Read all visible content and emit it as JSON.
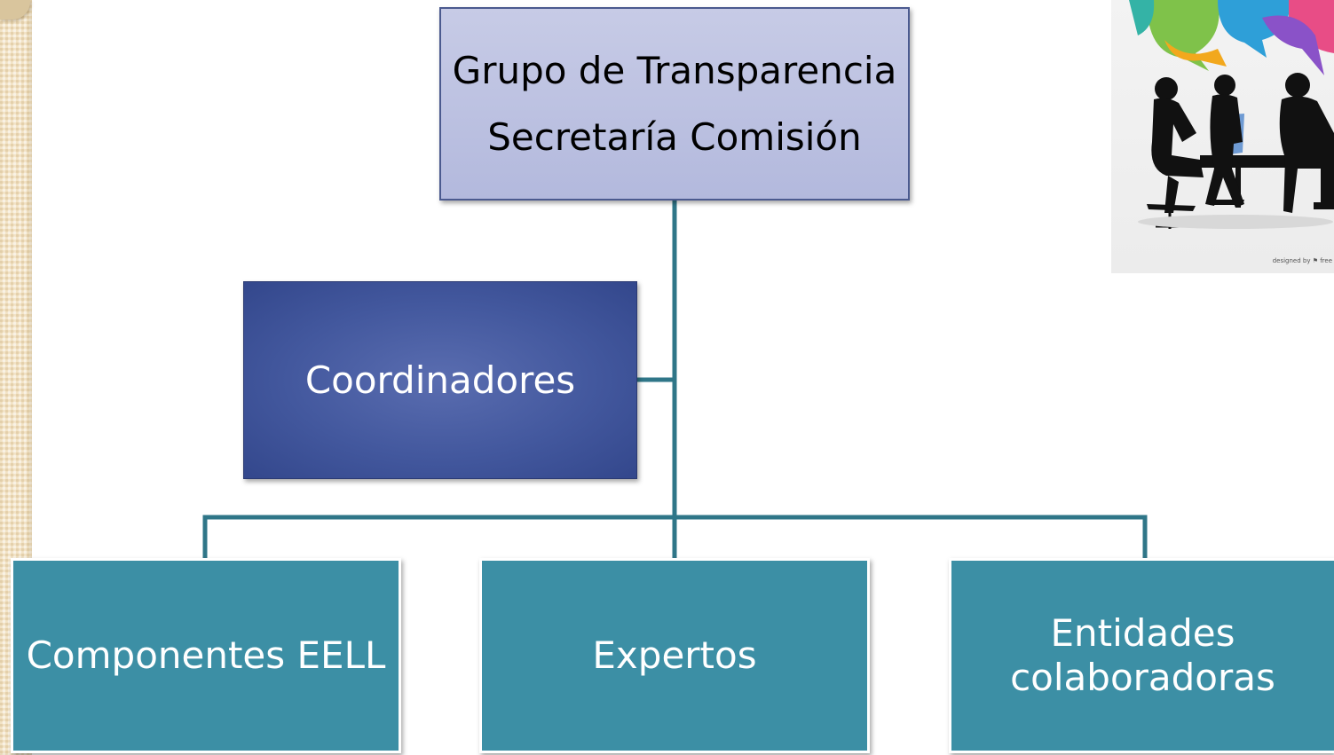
{
  "diagram": {
    "top_box": {
      "line1": "Grupo de Transparencia",
      "line2": "Secretaría Comisión"
    },
    "assistant_box": {
      "label": "Coordinadores"
    },
    "children": [
      {
        "lines": [
          "Componentes EELL"
        ]
      },
      {
        "lines": [
          "Expertos"
        ]
      },
      {
        "lines": [
          "Entidades",
          "colaboradoras"
        ]
      }
    ]
  },
  "image": {
    "icon": "people-meeting-illustration",
    "credit": "designed by ⚑ free"
  },
  "colors": {
    "top_box_fill": "#b9bfe0",
    "assistant_fill": "#4a5ea6",
    "child_fill": "#3c8fa5",
    "connector": "#2f7688"
  }
}
